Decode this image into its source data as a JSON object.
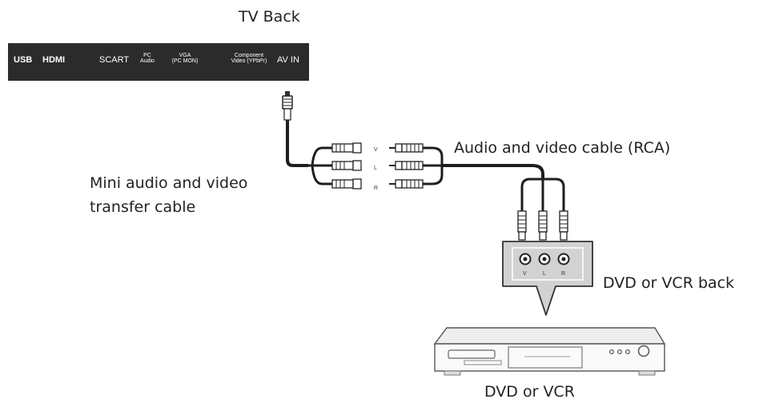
{
  "tv_back": {
    "title": "TV Back",
    "ports": {
      "usb": "USB",
      "hdmi": "HDMI",
      "scart": "SCART",
      "pc_audio_1": "PC",
      "pc_audio_2": "Audio",
      "vga_1": "VGA",
      "vga_2": "(PC MON)",
      "component_1": "Component",
      "component_2": "Video (YPbPr)",
      "av_in": "AV IN"
    }
  },
  "cables": {
    "rca_label": "Audio and video cable (RCA)",
    "mini_line1": "Mini audio and video",
    "mini_line2": "transfer cable",
    "pins": {
      "v": "V",
      "l": "L",
      "r": "R"
    }
  },
  "dvd_back": {
    "label": "DVD or VCR back",
    "jacks": {
      "v": "V",
      "l": "L",
      "r": "R"
    }
  },
  "device": {
    "label": "DVD or VCR"
  },
  "colors": {
    "panel": "#2b2b2b",
    "cable": "#1e1e1e",
    "jack_panel": "#d2d2d2"
  }
}
